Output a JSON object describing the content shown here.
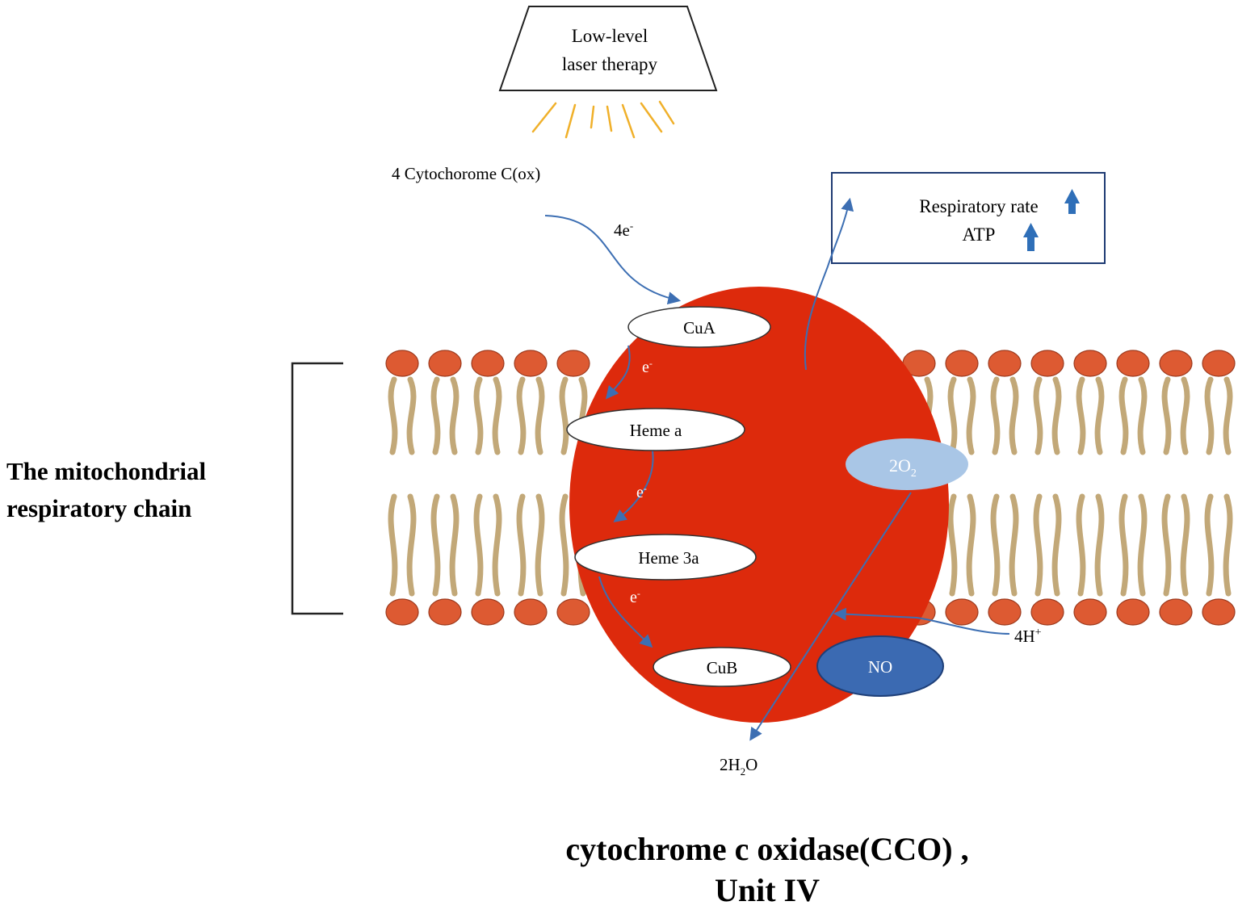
{
  "laser": {
    "line1": "Low-level",
    "line2": "laser therapy"
  },
  "cytochrome_c": "4 Cytochorome C(ox)",
  "electrons": {
    "in_label": "4e",
    "in_sup": "-",
    "step_label": "e",
    "step_sup": "-"
  },
  "result_box": {
    "line1": "Respiratory rate",
    "line2": "ATP"
  },
  "components": {
    "cua": "CuA",
    "heme_a": "Heme a",
    "heme_3a": "Heme 3a",
    "cub": "CuB",
    "no": "NO"
  },
  "oxygen": {
    "base": "2O",
    "sub": "2"
  },
  "water": {
    "base": "2H",
    "sub": "2",
    "tail": "O"
  },
  "protons": {
    "base": "4H",
    "sup": "+"
  },
  "bracket_label": {
    "line1": "The mitochondrial",
    "line2": "respiratory chain"
  },
  "caption": {
    "line1": "cytochrome c oxidase(CCO) ,",
    "line2": "Unit IV"
  },
  "colors": {
    "enzyme": "#dd2a0c",
    "lipid_head": "#dd5a32",
    "lipid_tail": "#c2a878",
    "arrow": "#3d6fb3",
    "oxygen_fill": "#a9c6e6",
    "no_fill": "#3b6ab2",
    "laser_ray": "#f0b02a"
  }
}
